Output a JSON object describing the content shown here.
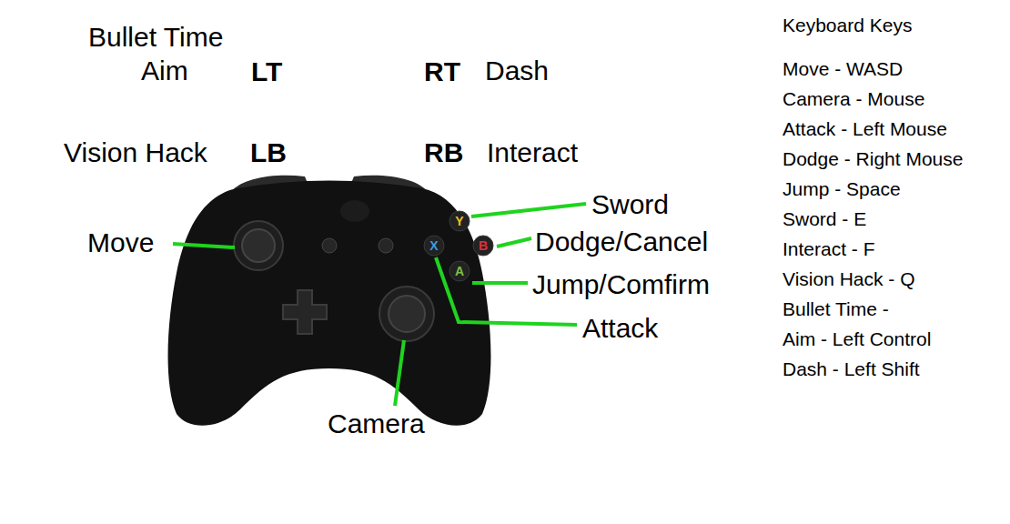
{
  "diagram": {
    "labels": [
      "Bullet Time",
      "Aim",
      "LT",
      "RT",
      "Dash",
      "Vision Hack",
      "LB",
      "RB",
      "Interact",
      "Sword",
      "Move",
      "Dodge/Cancel",
      "Jump/Comfirm",
      "Attack",
      "Camera",
      "Y",
      "B",
      "X",
      "A",
      "Keyboard Keys",
      "Move - WASD",
      "Camera - Mouse",
      "Attack - Left Mouse",
      "Dodge - Right Mouse",
      "Jump - Space",
      "Sword - E",
      "Interact - F",
      "Vision Hack - Q",
      "Bullet Time -",
      "Aim - Left Control",
      "Dash - Left Shift"
    ]
  }
}
